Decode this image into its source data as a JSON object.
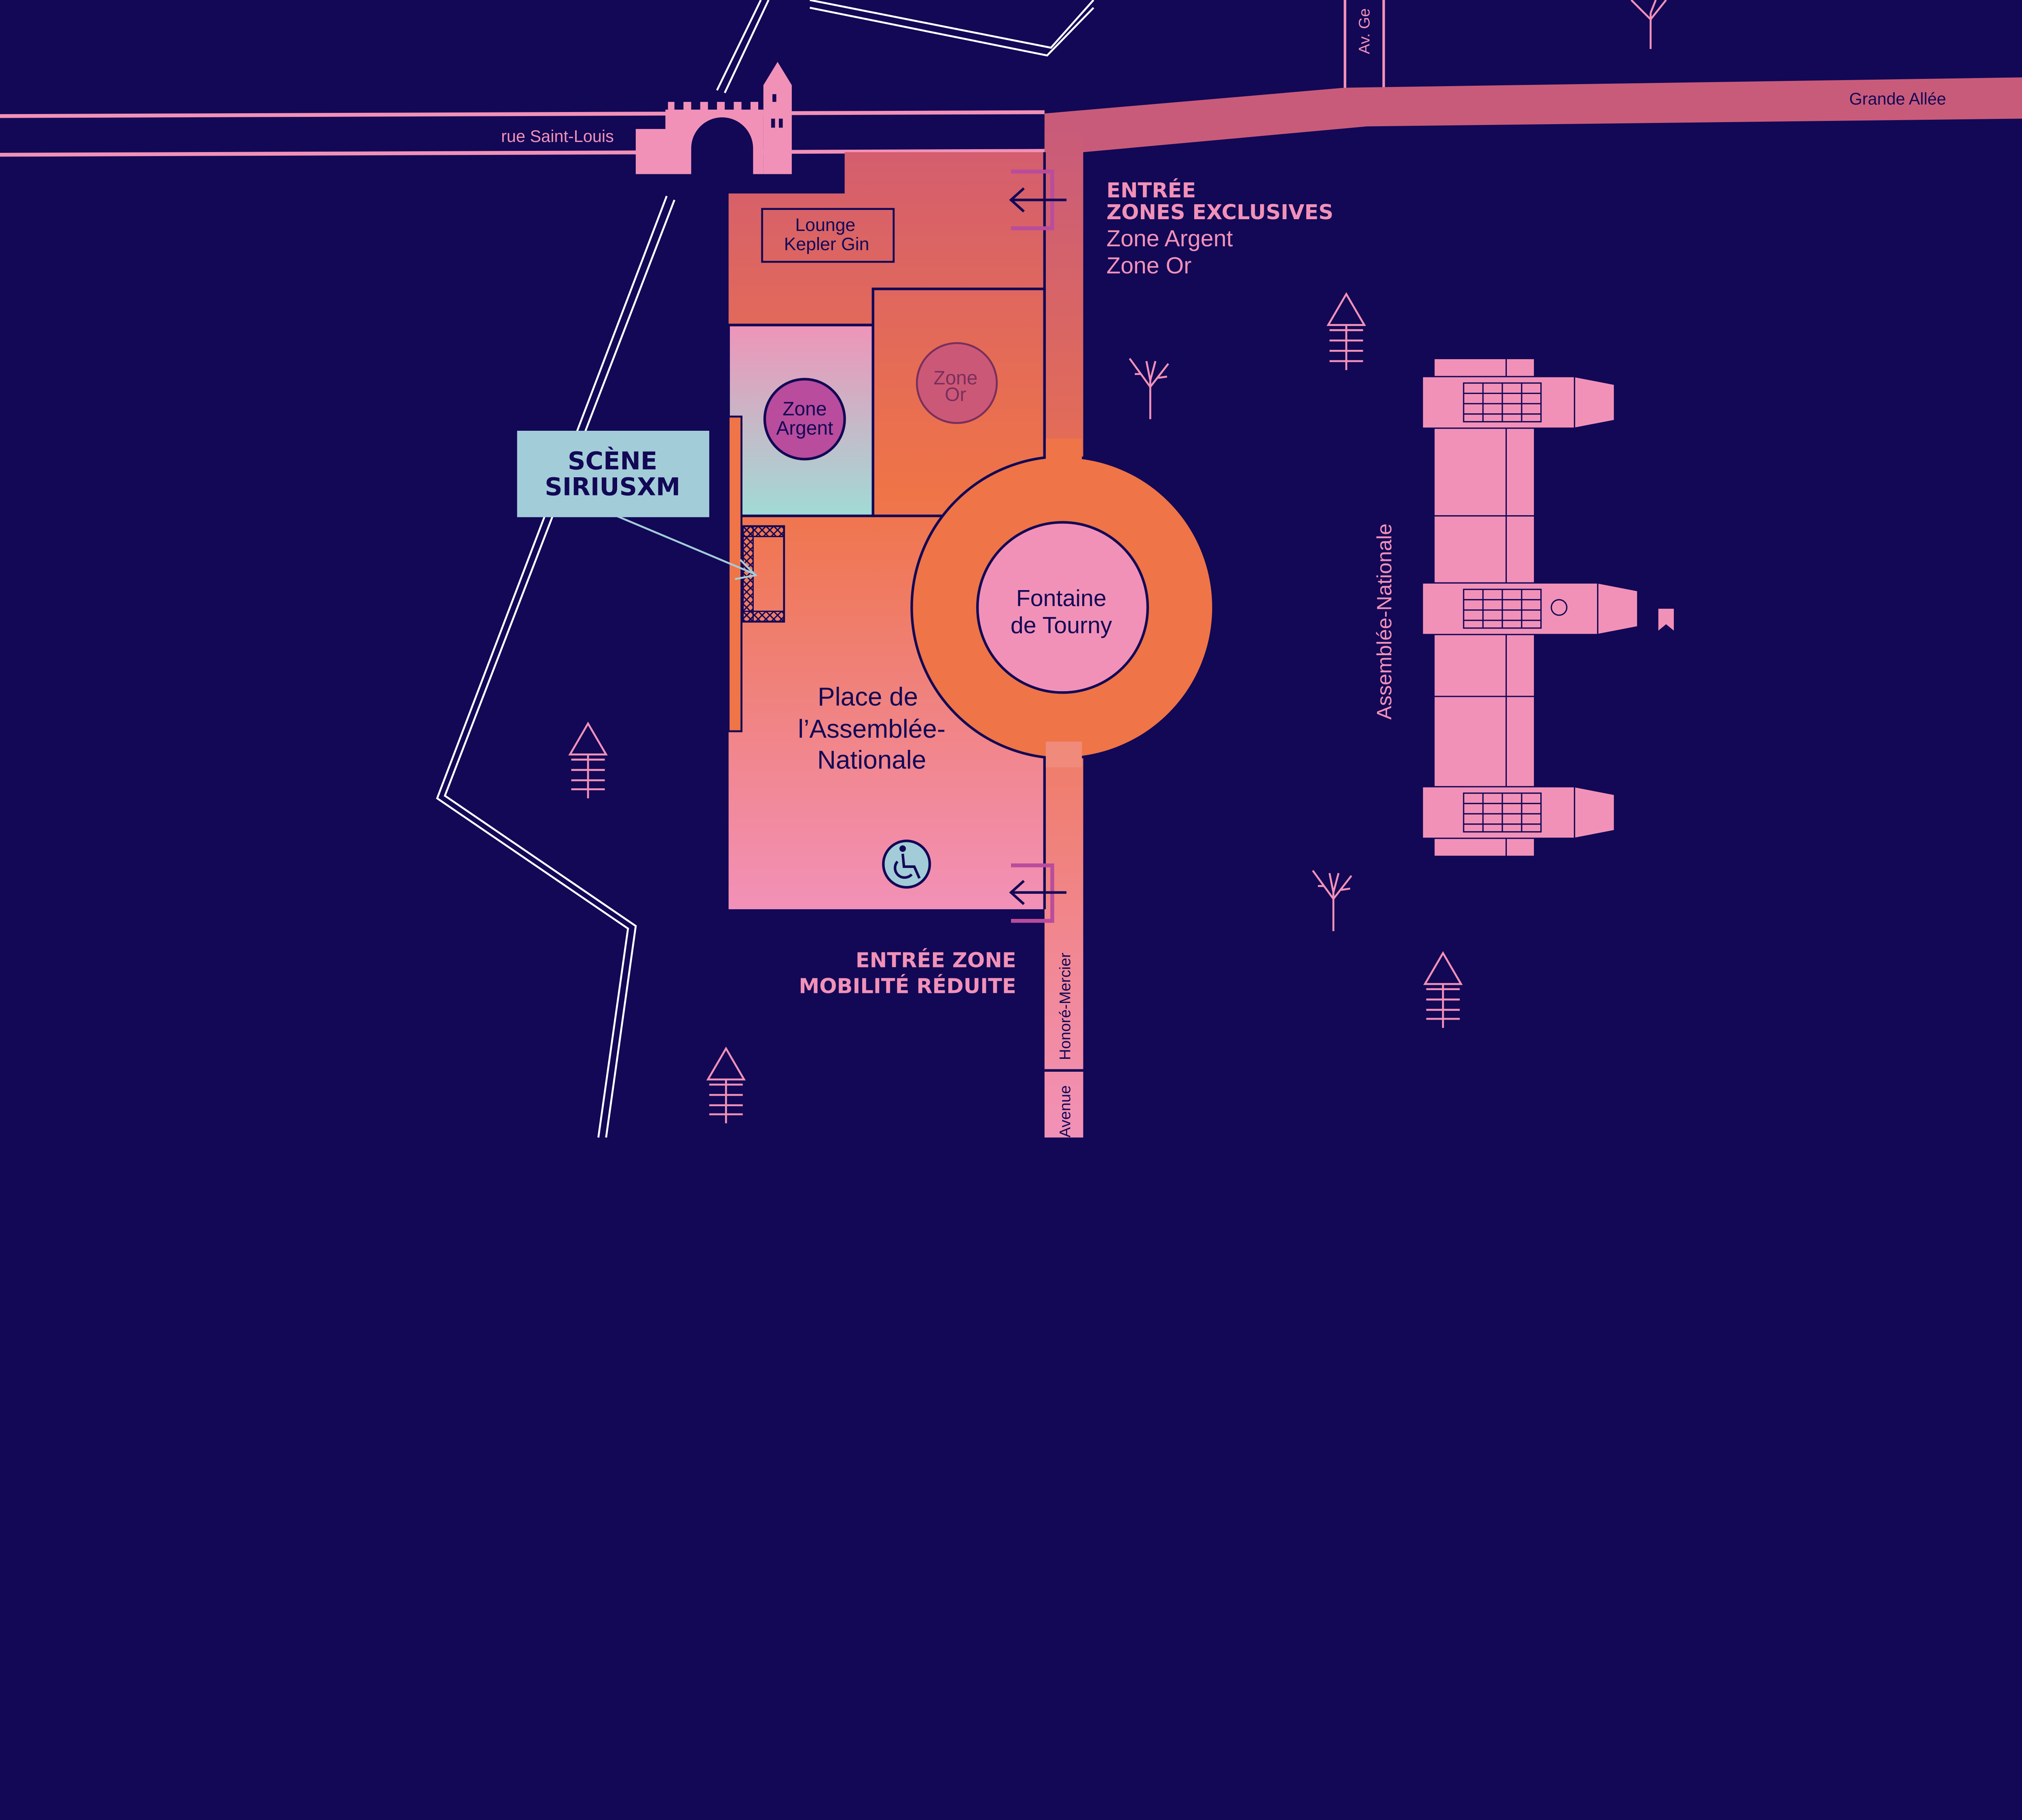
{
  "colors": {
    "background": "#120856",
    "pink": "#f291b8",
    "street": "#c95b7a",
    "orange": "#ef7447",
    "light_blue": "#a3ccd9",
    "purple": "#b94c9c"
  },
  "streets": {
    "rue_saint_louis": "rue Saint-Louis",
    "grande_allee": "Grande Allée",
    "av_ge": "Av. Ge",
    "avenue": "Avenue",
    "honore_mercier": "Honoré-Mercier",
    "assemblee_nationale": "Assemblée-Nationale"
  },
  "venue": {
    "place_line1": "Place de",
    "place_line2": "l’Assemblée-",
    "place_line3": "Nationale",
    "fountain_line1": "Fontaine",
    "fountain_line2": "de Tourny",
    "lounge_line1": "Lounge",
    "lounge_line2": "Kepler Gin",
    "zone_argent_line1": "Zone",
    "zone_argent_line2": "Argent",
    "zone_or_line1": "Zone",
    "zone_or_line2": "Or",
    "stage_line1": "SCÈNE",
    "stage_line2": "SIRIUSXM"
  },
  "entrances": {
    "exclusive_title1": "ENTRÉE",
    "exclusive_title2": "ZONES EXCLUSIVES",
    "exclusive_zone1": "Zone Argent",
    "exclusive_zone2": "Zone Or",
    "reduced_line1": "ENTRÉE ZONE",
    "reduced_line2": "MOBILITÉ RÉDUITE"
  },
  "icons": [
    "arrow-left-icon",
    "wheelchair-icon",
    "tree-icon",
    "bare-tree-icon",
    "bookmark-icon",
    "gate-icon",
    "building-icon"
  ]
}
